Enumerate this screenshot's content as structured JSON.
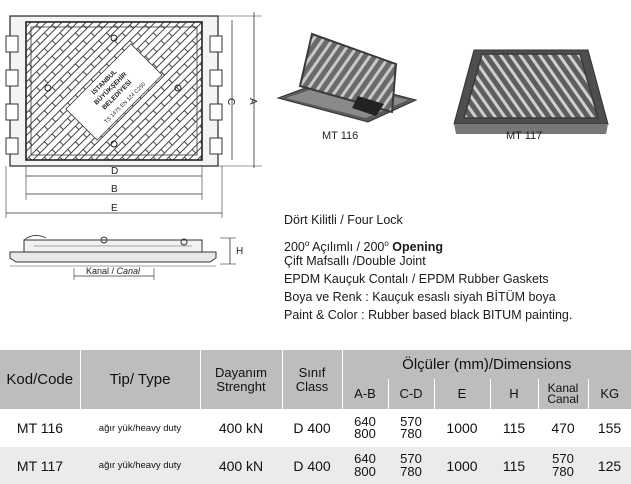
{
  "drawing": {
    "plate_text_1": "İSTANBUL",
    "plate_text_2": "BÜYÜKŞEHİR",
    "plate_text_3": "BELEDİYESİ",
    "plate_text_4": "TS 1475 EN 124 C250",
    "dim_a": "A",
    "dim_b": "B",
    "dim_c": "C",
    "dim_d": "D",
    "dim_e": "E",
    "dim_h": "H",
    "canal_label_1": "Kanal / ",
    "canal_label_2": "Canal"
  },
  "photos": {
    "mt116_caption": "MT 116",
    "mt117_caption": "MT 117"
  },
  "features": {
    "four_lock": "Dört Kilitli / Four Lock",
    "opening_a": "200",
    "opening_b": " Açılımlı / 200",
    "opening_c": " Opening",
    "degree": "o",
    "double_joint": "Çift Mafsallı /Double Joint",
    "gaskets": "EPDM Kauçuk Contalı / EPDM Rubber Gaskets",
    "paint_tr": "Boya ve Renk : Kauçuk esaslı siyah BİTÜM boya",
    "paint_en": "Paint & Color : Rubber based black BITUM painting."
  },
  "table": {
    "headers": {
      "code": "Kod/Code",
      "type": "Tip/ Type",
      "strength_1": "Dayanım",
      "strength_2": "Strenght",
      "class_1": "Sınıf",
      "class_2": "Class",
      "dimensions": "Ölçüler (mm)/Dimensions",
      "ab": "A-B",
      "cd": "C-D",
      "e": "E",
      "h": "H",
      "canal_1": "Kanal",
      "canal_2": "Canal",
      "kg": "KG"
    },
    "rows": [
      {
        "code": "MT 116",
        "type": "ağır yük/heavy duty",
        "strength": "400 kN",
        "class": "D 400",
        "ab_1": "640",
        "ab_2": "800",
        "cd_1": "570",
        "cd_2": "780",
        "e": "1000",
        "h": "115",
        "canal": "470",
        "kg": "155"
      },
      {
        "code": "MT 117",
        "type": "ağır yük/heavy duty",
        "strength": "400 kN",
        "class": "D 400",
        "ab_1": "640",
        "ab_2": "800",
        "cd_1": "570",
        "cd_2": "780",
        "e": "1000",
        "h": "115",
        "canal_1": "570",
        "canal_2": "780",
        "kg": "125"
      }
    ]
  }
}
